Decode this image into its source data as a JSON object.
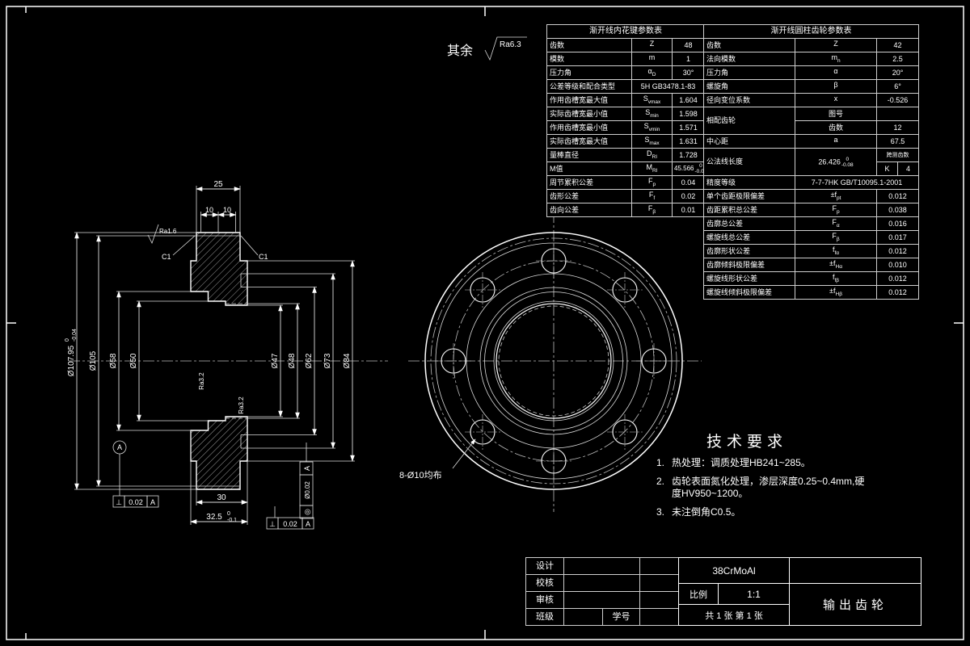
{
  "note": {
    "rest": "其余",
    "ra": "Ra6.3"
  },
  "spline_table": {
    "title": "渐开线内花键参数表",
    "rows": [
      {
        "name": "齿数",
        "sym": "Z",
        "sub": "",
        "val": "48"
      },
      {
        "name": "模数",
        "sym": "m",
        "sub": "",
        "val": "1"
      },
      {
        "name": "压力角",
        "sym": "α",
        "sub": "D",
        "val": "30°"
      },
      {
        "name": "公差等级和配合类型",
        "val": "5H GB3478.1-83"
      },
      {
        "name": "作用齿槽宽最大值",
        "sym": "S",
        "sub": "vmax",
        "val": "1.604"
      },
      {
        "name": "实际齿槽宽最小值",
        "sym": "S",
        "sub": "min",
        "val": "1.598"
      },
      {
        "name": "作用齿槽宽最小值",
        "sym": "S",
        "sub": "vmin",
        "val": "1.571"
      },
      {
        "name": "实际齿槽宽最大值",
        "sym": "S",
        "sub": "max",
        "val": "1.631"
      },
      {
        "name": "量棒直径",
        "sym": "D",
        "sub": "RI",
        "val": "1.728"
      },
      {
        "name": "M值",
        "sym": "M",
        "sub": "RI",
        "val": "45.566",
        "tt": "0",
        "tb": "-0.08"
      },
      {
        "name": "周节累积公差",
        "sym": "F",
        "sub": "p",
        "val": "0.04"
      },
      {
        "name": "齿形公差",
        "sym": "F",
        "sub": "f",
        "val": "0.02"
      },
      {
        "name": "齿向公差",
        "sym": "F",
        "sub": "β",
        "val": "0.01"
      }
    ]
  },
  "gear_table": {
    "title": "渐开线圆柱齿轮参数表",
    "rows": [
      {
        "name": "齿数",
        "sym": "Z",
        "sub": "",
        "val": "42"
      },
      {
        "name": "法向模数",
        "sym": "m",
        "sub": "n",
        "val": "2.5"
      },
      {
        "name": "压力角",
        "sym": "α",
        "sub": "",
        "val": "20°"
      },
      {
        "name": "螺旋角",
        "sym": "β",
        "sub": "",
        "val": "6°"
      },
      {
        "name": "径向变位系数",
        "sym": "x",
        "sub": "",
        "val": "-0.526"
      },
      {
        "name": "相配齿轮",
        "l1": "图号",
        "v1": "",
        "l2": "齿数",
        "v2": "12"
      },
      {
        "name": "中心距",
        "sym": "a",
        "sub": "",
        "val": "67.5"
      },
      {
        "name": "公法线长度",
        "val": "26.426",
        "tt": "0",
        "tb": "-0.08",
        "klabel": "跨测齿数",
        "ksym": "K",
        "kval": "4"
      },
      {
        "name": "精度等级",
        "val": "7-7-7HK GB/T10095.1-2001"
      }
    ],
    "tol_rows": [
      {
        "name": "单个齿距极限偏差",
        "sym": "±f",
        "sub": "pt",
        "val": "0.012"
      },
      {
        "name": "齿距累积总公差",
        "sym": "F",
        "sub": "p",
        "val": "0.038"
      },
      {
        "name": "齿廓总公差",
        "sym": "F",
        "sub": "α",
        "val": "0.016"
      },
      {
        "name": "螺旋线总公差",
        "sym": "F",
        "sub": "β",
        "val": "0.017"
      },
      {
        "name": "齿廓形状公差",
        "sym": "f",
        "sub": "fα",
        "val": "0.012"
      },
      {
        "name": "齿廓倾斜极限偏差",
        "sym": "±f",
        "sub": "Hα",
        "val": "0.010"
      },
      {
        "name": "螺旋线形状公差",
        "sym": "f",
        "sub": "fβ",
        "val": "0.012"
      },
      {
        "name": "螺旋线倾斜极限偏差",
        "sym": "±f",
        "sub": "Hβ",
        "val": "0.012"
      }
    ]
  },
  "dims": {
    "w25": "25",
    "w10a": "10",
    "w10b": "10",
    "w30": "30",
    "w325": "32.5",
    "w325t": "0",
    "w325b": "-0.1",
    "od": "Ø107.95",
    "odt": "0",
    "odb": "-0.04",
    "d105": "Ø105",
    "d58": "Ø58",
    "d50": "Ø50",
    "d47": "Ø47",
    "d48": "Ø48",
    "d62": "Ø62",
    "d73": "Ø73",
    "d84": "Ø84",
    "c1a": "C1",
    "c1b": "C1",
    "ra16": "Ra1.6",
    "ra32a": "Ra3.2",
    "ra32b": "Ra3.2",
    "holes": "8-Ø10均布",
    "datum": "A",
    "fcf1s": "⊥",
    "fcf1v": "0.02",
    "fcf1d": "A",
    "fcf2s": "⊥",
    "fcf2v": "0.02",
    "fcf2d": "A",
    "fcf3s": "◎",
    "fcf3v": "Ø0.02",
    "fcf3d": "A"
  },
  "tech": {
    "title": "技术要求",
    "items": [
      {
        "n": "1.",
        "t": "热处理：调质处理HB241~285。"
      },
      {
        "n": "2.",
        "t": "齿轮表面氮化处理，渗层深度0.25~0.4mm,硬度HV950~1200。"
      },
      {
        "n": "3.",
        "t": "未注倒角C0.5。"
      }
    ]
  },
  "title_block": {
    "design": "设计",
    "check": "校核",
    "audit": "审核",
    "cls": "班级",
    "sid": "学号",
    "material": "38CrMoAl",
    "scale_label": "比例",
    "scale": "1:1",
    "sheet": "共 1 张  第 1 张",
    "part": "输出齿轮"
  }
}
